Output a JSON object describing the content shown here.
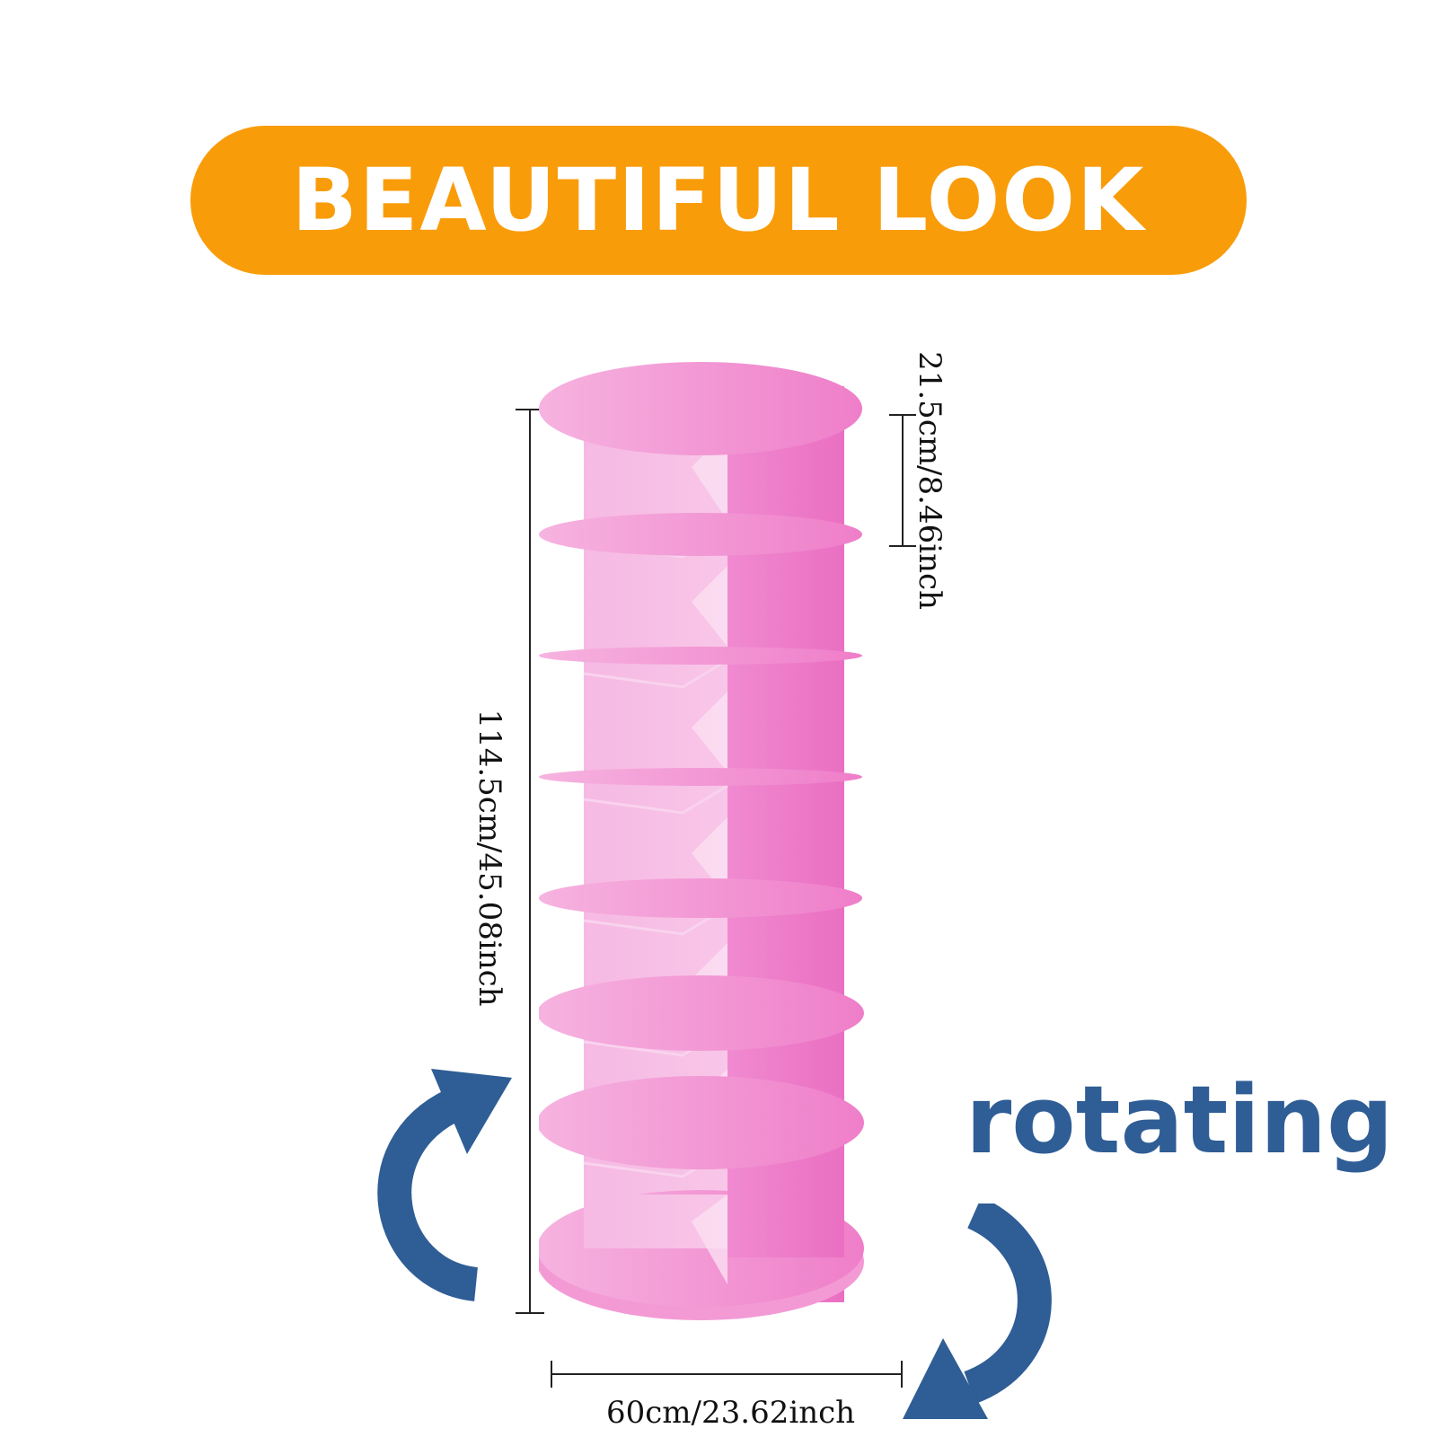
{
  "banner": {
    "title": "BEAUTIFUL LOOK",
    "color": "#f99c0a"
  },
  "dimensions": {
    "height": "114.5cm/45.08inch",
    "shelf_spacing": "21.5cm/8.46inch",
    "width": "60cm/23.62inch"
  },
  "feature": {
    "label": "rotating",
    "color": "#2f5d95"
  },
  "product": {
    "color": "#f07fc8",
    "tiers": 7
  },
  "icons": {
    "left_arrow": "rotate-clockwise-arrow-icon",
    "right_arrow": "rotate-down-arrow-icon"
  }
}
